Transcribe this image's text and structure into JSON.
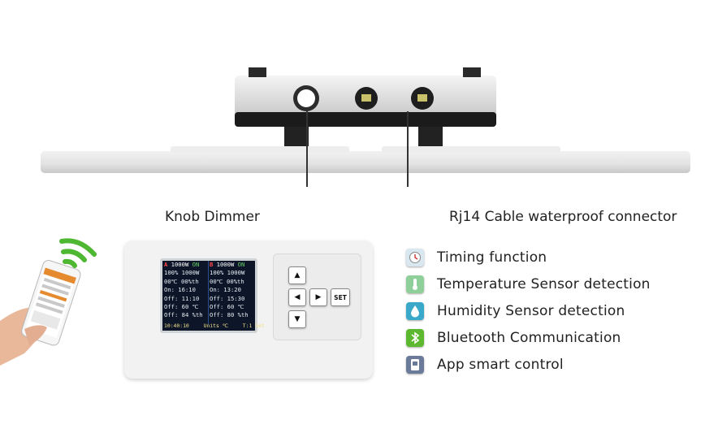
{
  "callouts": {
    "knob": "Knob Dimmer",
    "rj14": "Rj14 Cable waterproof connector"
  },
  "controller": {
    "screen": {
      "channel_a": {
        "header_letter": "A",
        "header_power": "1000W",
        "header_state": "ON",
        "lines": [
          "100%  1000W",
          "00℃  00%th",
          "On: 16:10",
          "Off: 11:10",
          "Off: 60 ℃",
          "Off: 84 %th"
        ]
      },
      "channel_b": {
        "header_letter": "B",
        "header_power": "1000W",
        "header_state": "ON",
        "lines": [
          "100%  1000W",
          "00℃  00%th",
          "On: 13:20",
          "Off: 15:30",
          "Off: 60 ℃",
          "Off: 80 %th"
        ]
      },
      "status": {
        "time": "10:40:10",
        "units": "Units ℃",
        "right": "T:1 Set"
      }
    },
    "keys": {
      "up": "▲",
      "left": "◀",
      "right": "▶",
      "set": "SET",
      "down": "▼"
    }
  },
  "features": [
    {
      "label": "Timing function",
      "icon": "clock-icon",
      "color": "#d9e8f0"
    },
    {
      "label": "Temperature Sensor detection",
      "icon": "thermometer-icon",
      "color": "#8fcf9a"
    },
    {
      "label": "Humidity Sensor detection",
      "icon": "droplet-icon",
      "color": "#3aa9c9"
    },
    {
      "label": "Bluetooth Communication",
      "icon": "bluetooth-icon",
      "color": "#5cb82e"
    },
    {
      "label": "App smart control",
      "icon": "app-icon",
      "color": "#6c7a99"
    }
  ]
}
